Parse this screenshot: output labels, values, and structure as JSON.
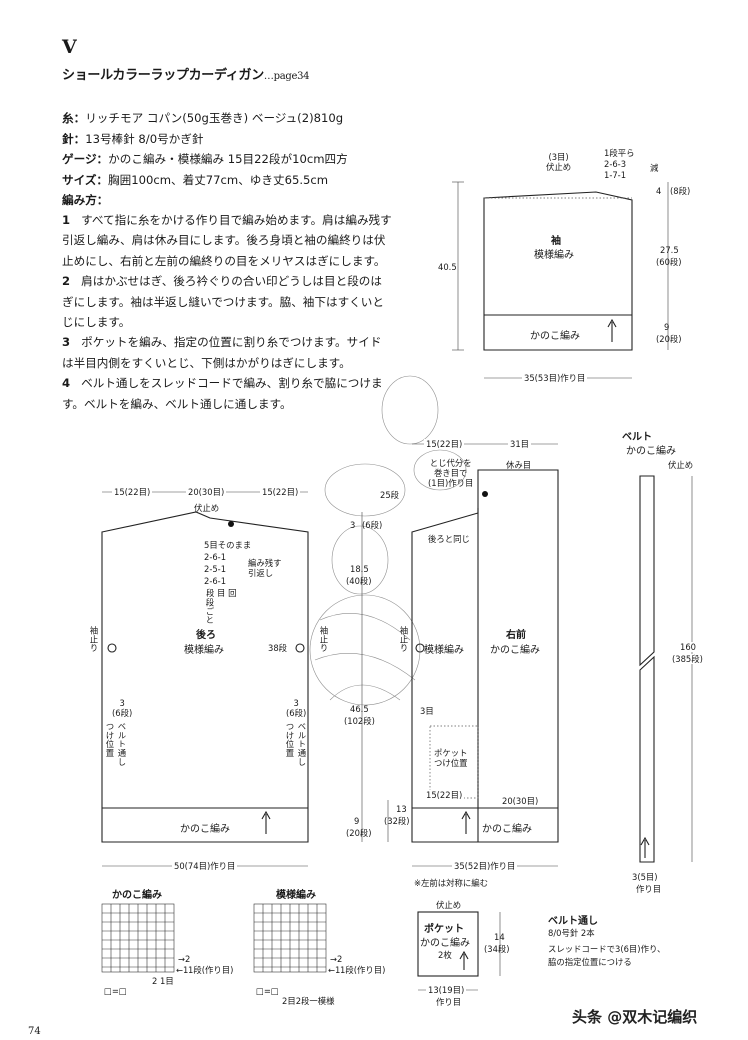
{
  "header": {
    "section_letter": "V",
    "title": "ショールカラーラップカーディガン",
    "page_ref": "…page34"
  },
  "materials": [
    {
      "label": "糸：",
      "text": "リッチモア コパン(50g玉巻き)  ベージュ(2)810g"
    },
    {
      "label": "針：",
      "text": "13号棒針  8/0号かぎ針"
    },
    {
      "label": "ゲージ：",
      "text": "かのこ編み・模様編み  15目22段が10cm四方"
    },
    {
      "label": "サイズ：",
      "text": "胸囲100cm、着丈77cm、ゆき丈65.5cm"
    },
    {
      "label": "編み方：",
      "text": ""
    }
  ],
  "steps": [
    {
      "num": "1",
      "text": "すべて指に糸をかける作り目で編み始めます。肩は編み残す引返し編み、肩は休み目にします。後ろ身頃と袖の編終りは伏止めにし、右前と左前の編終りの目をメリヤスはぎにします。"
    },
    {
      "num": "2",
      "text": "肩はかぶせはぎ、後ろ衿ぐりの合い印どうしは目と段のはぎにします。袖は半返し縫いでつけます。脇、袖下はすくいとじにします。"
    },
    {
      "num": "3",
      "text": "ポケットを編み、指定の位置に割り糸でつけます。サイドは半目内側をすくいとじ、下側はかがりはぎにします。"
    },
    {
      "num": "4",
      "text": "ベルト通しをスレッドコードで編み、割り糸で脇につけます。ベルトを編み、ベルト通しに通します。"
    }
  ],
  "sleeve": {
    "name": "袖",
    "pattern": "模様編み",
    "bind_off": "(3目)\n伏止め",
    "dec_title": "1段平ら",
    "dec_rows": [
      "2-6-3",
      "1-7-1"
    ],
    "dec_label": "減",
    "top_dim": "4",
    "top_rows": "(8段)",
    "mid_dim": "27.5",
    "mid_rows": "(60段)",
    "bot_dim": "9",
    "bot_rows": "(20段)",
    "height": "40.5",
    "band": "かのこ編み",
    "cast_on": "35(53目)作り目"
  },
  "back": {
    "name": "後ろ",
    "pattern": "模様編み",
    "top_left": "15(22目)",
    "top_mid": "20(30目)",
    "top_right": "15(22目)",
    "bind_off": "伏止め",
    "shoulder_rows": [
      "5目そのまま",
      "2-6-1",
      "2-5-1",
      "2-6-1"
    ],
    "shoulder_cols": "段 目 回",
    "shoulder_every": "段ごと",
    "short_rows": "編み残す\n引返し",
    "side_stop": "袖止り",
    "side_stop_right": "袖止り",
    "mark_38": "38段",
    "belt_left_dim": "3\n(6段)",
    "belt_right_dim": "3\n(6段)",
    "belt_pos": "ベルト通し\nつけ位置",
    "band": "かのこ編み",
    "cast_on": "50(74目)作り目"
  },
  "center_dims": {
    "d3": "3",
    "d3r": "(6段)",
    "d18": "18.5",
    "d18r": "(40段)",
    "d46": "46.5",
    "d46r": "(102段)",
    "d9": "9",
    "d9r": "(20段)"
  },
  "front": {
    "name": "右前",
    "pattern": "かのこ編み",
    "left_pattern": "模様編み",
    "top_left": "15(22目)",
    "top_right": "31目",
    "note": "とじ代分を\n巻き目で\n(1目)作り目",
    "rest": "休み目",
    "rows25": "25段",
    "same_back": "後ろと同じ",
    "side_stop": "袖止り",
    "three": "3目",
    "pocket_pos": "ポケット\nつけ位置",
    "pocket_w": "15(22目)",
    "right_w": "20(30目)",
    "left_dim": "13",
    "left_rows": "(32段)",
    "cast_on": "35(52目)作り目",
    "mirror_note": "※左前は対称に編む"
  },
  "belt": {
    "title": "ベルト",
    "pattern": "かのこ編み",
    "bind_off": "伏止め",
    "length": "160",
    "rows": "(385段)",
    "width": "3(5目)",
    "cast_on": "作り目"
  },
  "pocket": {
    "bind_off": "伏止め",
    "name": "ポケット",
    "pattern": "かのこ編み",
    "count": "2枚",
    "height": "14",
    "rows": "(34段)",
    "width": "13(19目)",
    "cast_on": "作り目"
  },
  "belt_loop": {
    "title": "ベルト通し",
    "needle": "8/0号針  2本",
    "desc_1": "スレッドコードで3(6目)作り、",
    "desc_2": "脇の指定位置につける"
  },
  "charts": [
    {
      "title": "かのこ編み",
      "row_label": "1段(作り目)",
      "arrow2": "→2",
      "arrow1": "←1",
      "stitch": "2  1目",
      "legend": "□=□"
    },
    {
      "title": "模様編み",
      "row_label": "1段(作り目)",
      "arrow2": "→2",
      "arrow1": "←1",
      "stitch": "2目2段一模様",
      "legend": "□=□"
    }
  ],
  "footer": {
    "page_number": "74",
    "watermark": "头条 @双木记编织"
  }
}
